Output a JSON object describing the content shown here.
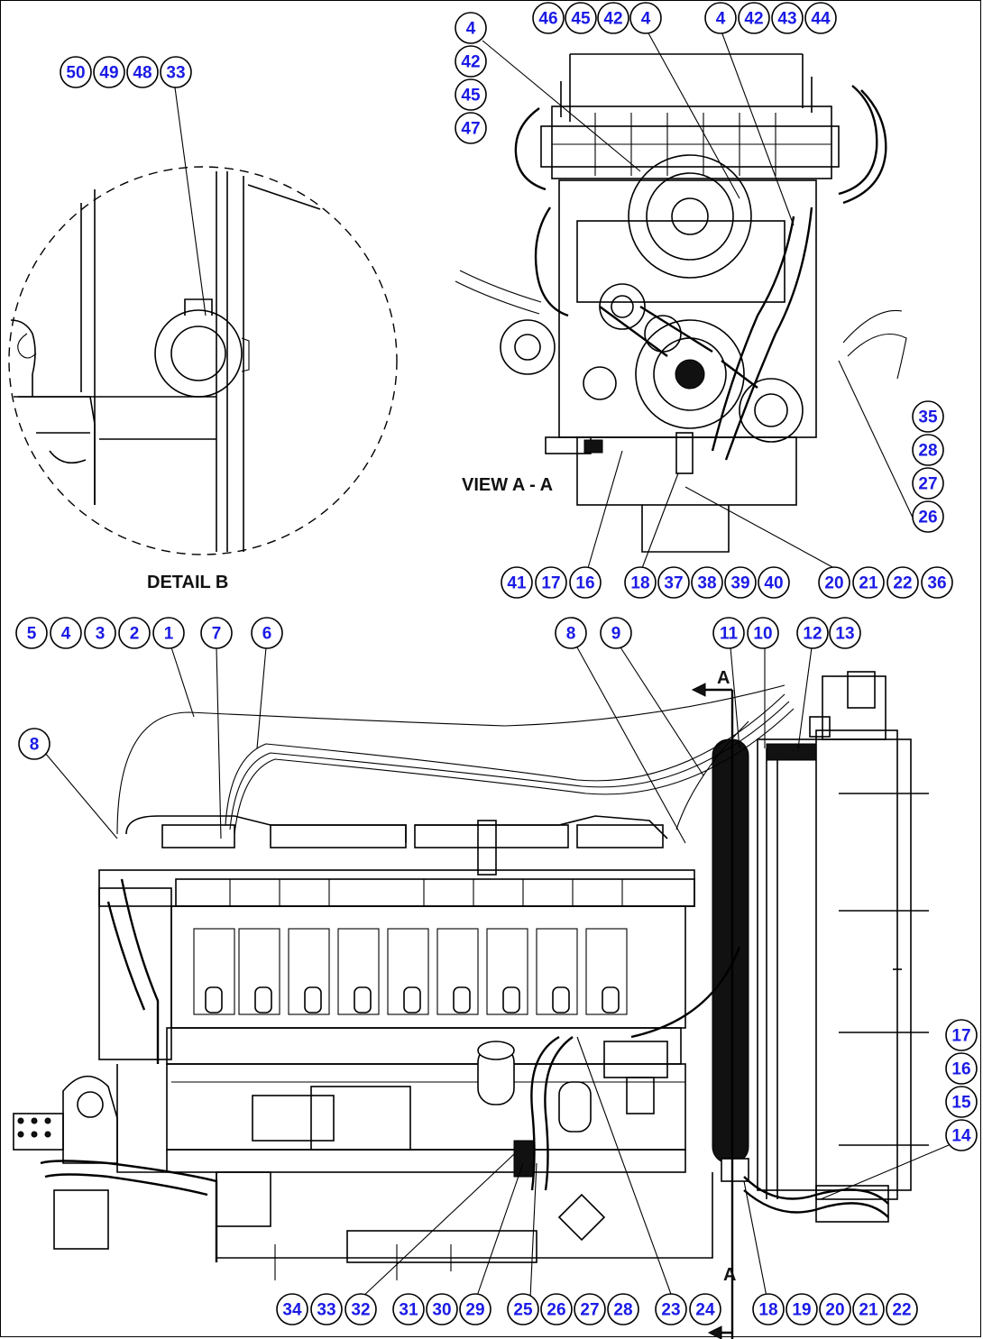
{
  "captions": {
    "detail_b": "DETAIL B",
    "view_a_a": "VIEW A - A",
    "section_mark": "A"
  },
  "colors": {
    "callout_text": "#1a1ae6",
    "line": "#000000",
    "background": "#ffffff"
  },
  "callouts": {
    "detail_b": [
      "50",
      "49",
      "48",
      "33"
    ],
    "view_top_row_left": [
      "46",
      "45",
      "42",
      "4"
    ],
    "view_top_row_right": [
      "4",
      "42",
      "43",
      "44"
    ],
    "view_left_column": [
      "4",
      "42",
      "45",
      "47"
    ],
    "view_right_column": [
      "35",
      "28",
      "27",
      "26"
    ],
    "view_bottom_left": [
      "41",
      "17",
      "16"
    ],
    "view_bottom_mid": [
      "18",
      "37",
      "38",
      "39",
      "40"
    ],
    "view_bottom_right": [
      "20",
      "21",
      "22",
      "36"
    ],
    "main_top_left": [
      "5",
      "4",
      "3",
      "2",
      "1"
    ],
    "main_top_7": [
      "7"
    ],
    "main_top_6": [
      "6"
    ],
    "main_left_8": [
      "8"
    ],
    "main_top_8": [
      "8"
    ],
    "main_top_9": [
      "9"
    ],
    "main_top_11_10": [
      "11",
      "10"
    ],
    "main_top_12_13": [
      "12",
      "13"
    ],
    "main_right_column": [
      "17",
      "16",
      "15",
      "14"
    ],
    "main_bottom_a": [
      "34",
      "33",
      "32"
    ],
    "main_bottom_b": [
      "31",
      "30",
      "29"
    ],
    "main_bottom_c": [
      "25",
      "26",
      "27",
      "28"
    ],
    "main_bottom_d": [
      "23",
      "24"
    ],
    "main_bottom_e": [
      "18",
      "19",
      "20",
      "21",
      "22"
    ]
  }
}
